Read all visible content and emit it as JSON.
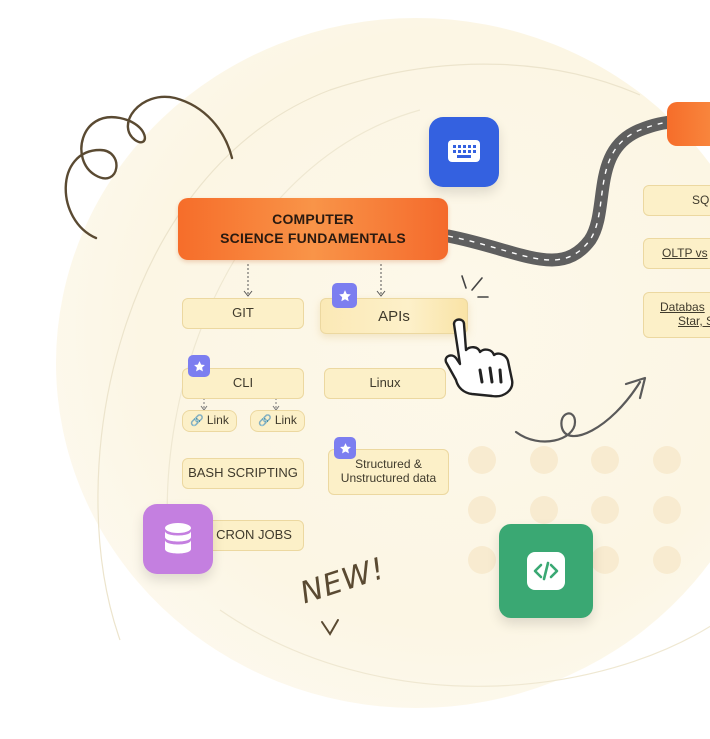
{
  "root": {
    "line1": "COMPUTER",
    "line2": "SCIENCE FUNDAMENTALS"
  },
  "nodes": {
    "git": "GIT",
    "apis": "APIs",
    "cli": "CLI",
    "linux": "Linux",
    "link1": "Link",
    "link2": "Link",
    "bash": "BASH SCRIPTING",
    "structured_line1": "Structured &",
    "structured_line2": "Unstructured data",
    "cron": "CRON JOBS"
  },
  "right_nodes": {
    "sql": "SQ",
    "oltp": "OLTP vs",
    "db_line1": "Databas",
    "db_line2": "Star, S"
  },
  "annotation": "NEW!",
  "icons": {
    "keyboard": "keyboard-icon",
    "database": "database-icon",
    "code": "code-icon",
    "star": "star-icon",
    "link": "link-icon",
    "hand": "hand-pointer-icon"
  },
  "colors": {
    "root_orange": "#f66d2a",
    "node_fill": "#fcf0c8",
    "badge_purple": "#7c7ef0",
    "keyboard_tile": "#3461e0",
    "database_tile": "#c47fe0",
    "code_tile": "#3aa873"
  }
}
